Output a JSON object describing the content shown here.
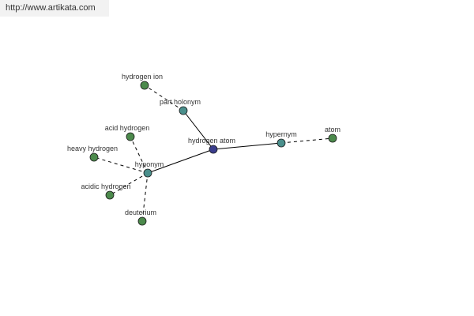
{
  "header": {
    "url": "http://www.artikata.com"
  },
  "colors": {
    "term_fill": "#3a3d8c",
    "relation_fill": "#4a8f8c",
    "word_fill": "#4c8a4c",
    "edge": "#000000",
    "label": "#333333"
  },
  "graph": {
    "nodes": [
      {
        "id": "hydrogen-atom",
        "label": "hydrogen atom",
        "kind": "term"
      },
      {
        "id": "part-holonym",
        "label": "part holonym",
        "kind": "relation"
      },
      {
        "id": "hypernym",
        "label": "hypernym",
        "kind": "relation"
      },
      {
        "id": "hyponym",
        "label": "hyponym",
        "kind": "relation"
      },
      {
        "id": "hydrogen-ion",
        "label": "hydrogen ion",
        "kind": "word"
      },
      {
        "id": "atom",
        "label": "atom",
        "kind": "word"
      },
      {
        "id": "acid-hydrogen",
        "label": "acid hydrogen",
        "kind": "word"
      },
      {
        "id": "heavy-hydrogen",
        "label": "heavy hydrogen",
        "kind": "word"
      },
      {
        "id": "acidic-hydrogen",
        "label": "acidic hydrogen",
        "kind": "word"
      },
      {
        "id": "deuterium",
        "label": "deuterium",
        "kind": "word"
      }
    ],
    "edges": [
      {
        "from": "hydrogen-atom",
        "to": "part-holonym",
        "style": "solid"
      },
      {
        "from": "hydrogen-atom",
        "to": "hypernym",
        "style": "solid"
      },
      {
        "from": "hydrogen-atom",
        "to": "hyponym",
        "style": "solid"
      },
      {
        "from": "part-holonym",
        "to": "hydrogen-ion",
        "style": "dashed"
      },
      {
        "from": "hypernym",
        "to": "atom",
        "style": "dashed"
      },
      {
        "from": "hyponym",
        "to": "acid-hydrogen",
        "style": "dashed"
      },
      {
        "from": "hyponym",
        "to": "heavy-hydrogen",
        "style": "dashed"
      },
      {
        "from": "hyponym",
        "to": "acidic-hydrogen",
        "style": "dashed"
      },
      {
        "from": "hyponym",
        "to": "deuterium",
        "style": "dashed"
      }
    ]
  }
}
